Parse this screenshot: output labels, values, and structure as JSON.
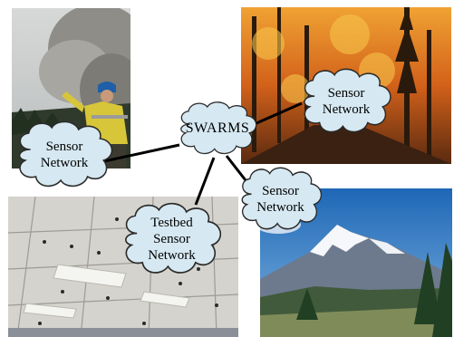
{
  "diagram": {
    "hub": {
      "label": "SWARMS"
    },
    "nodes": [
      {
        "id": "sensor-left",
        "label": "Sensor\nNetwork"
      },
      {
        "id": "sensor-topright",
        "label": "Sensor\nNetwork"
      },
      {
        "id": "sensor-mid",
        "label": "Sensor\nNetwork"
      },
      {
        "id": "testbed",
        "label": "Testbed\nSensor\nNetwork"
      }
    ],
    "edges": [
      {
        "from": "SWARMS",
        "to": "sensor-left"
      },
      {
        "from": "SWARMS",
        "to": "sensor-topright"
      },
      {
        "from": "SWARMS",
        "to": "sensor-mid"
      },
      {
        "from": "SWARMS",
        "to": "testbed"
      }
    ],
    "photos": [
      {
        "id": "firefighter",
        "subject": "firefighter near smoke plume"
      },
      {
        "id": "forest-fire",
        "subject": "forest fire along a path"
      },
      {
        "id": "ceiling",
        "subject": "testbed sensors mounted on ceiling"
      },
      {
        "id": "mountain",
        "subject": "snow-capped mountain"
      }
    ],
    "colors": {
      "cloud_fill": "#d6e9f2",
      "cloud_stroke": "#2b2b2b",
      "link": "#000000"
    }
  }
}
